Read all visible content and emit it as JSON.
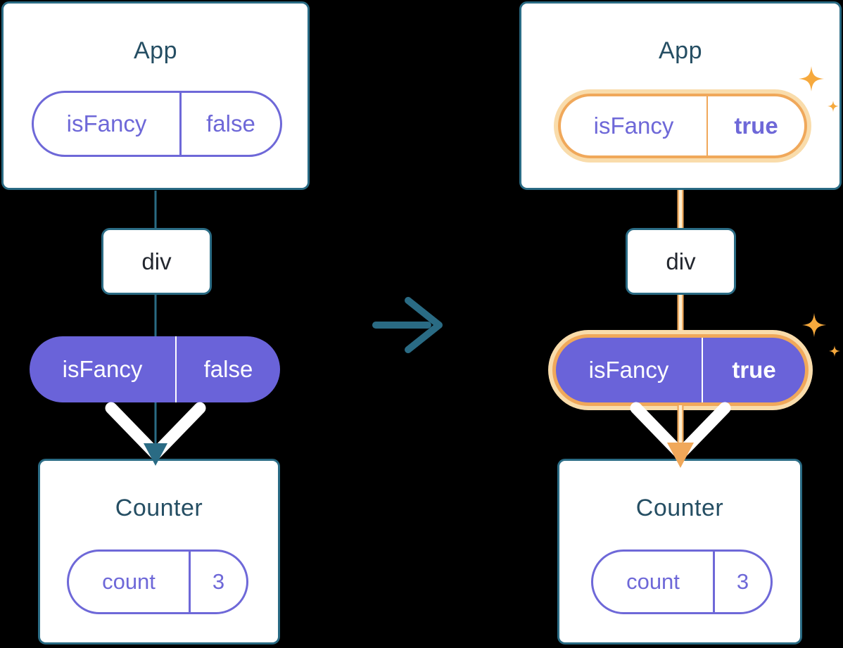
{
  "colors": {
    "background": "#000000",
    "cardBg": "#ffffff",
    "teal": "#2a6b84",
    "title": "#254e63",
    "divText": "#23272f",
    "purple": "#6e68d8",
    "purpleFill": "#6a63d9",
    "orange": "#f0a85a",
    "orangeGlow": "#f9dcab",
    "orangeLight": "#fdeccd",
    "sparkle": "#f6a93d"
  },
  "left": {
    "app": {
      "title": "App",
      "prop": {
        "name": "isFancy",
        "value": "false"
      }
    },
    "div": {
      "label": "div"
    },
    "prop_pill": {
      "name": "isFancy",
      "value": "false"
    },
    "counter": {
      "title": "Counter",
      "state": {
        "name": "count",
        "value": "3"
      }
    }
  },
  "right": {
    "app": {
      "title": "App",
      "prop": {
        "name": "isFancy",
        "value": "true"
      }
    },
    "div": {
      "label": "div"
    },
    "prop_pill": {
      "name": "isFancy",
      "value": "true"
    },
    "counter": {
      "title": "Counter",
      "state": {
        "name": "count",
        "value": "3"
      }
    }
  }
}
